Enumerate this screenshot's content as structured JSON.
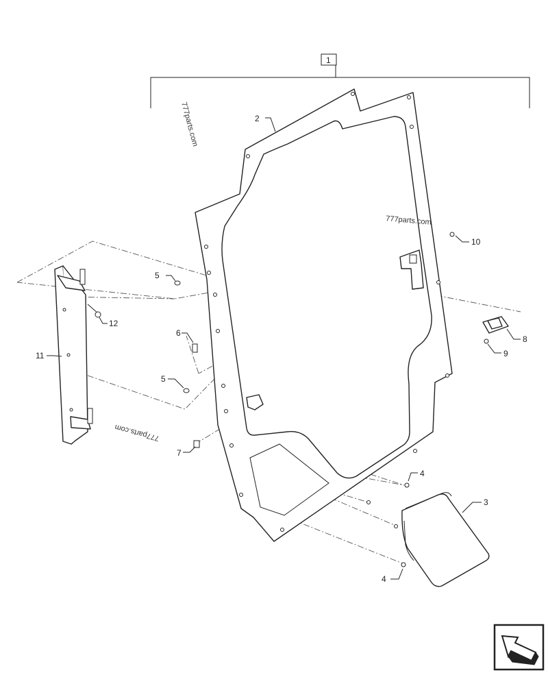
{
  "assembly_label": "1",
  "callouts": {
    "c2": "2",
    "c3": "3",
    "c4a": "4",
    "c4b": "4",
    "c5a": "5",
    "c5b": "5",
    "c6": "6",
    "c7": "7",
    "c8": "8",
    "c9": "9",
    "c10": "10",
    "c11": "11",
    "c12": "12"
  },
  "watermarks": {
    "w1": "777parts.com",
    "w2": "777parts.com",
    "w3": "777parts.com"
  },
  "nav_icon": "arrow-navigation-icon"
}
